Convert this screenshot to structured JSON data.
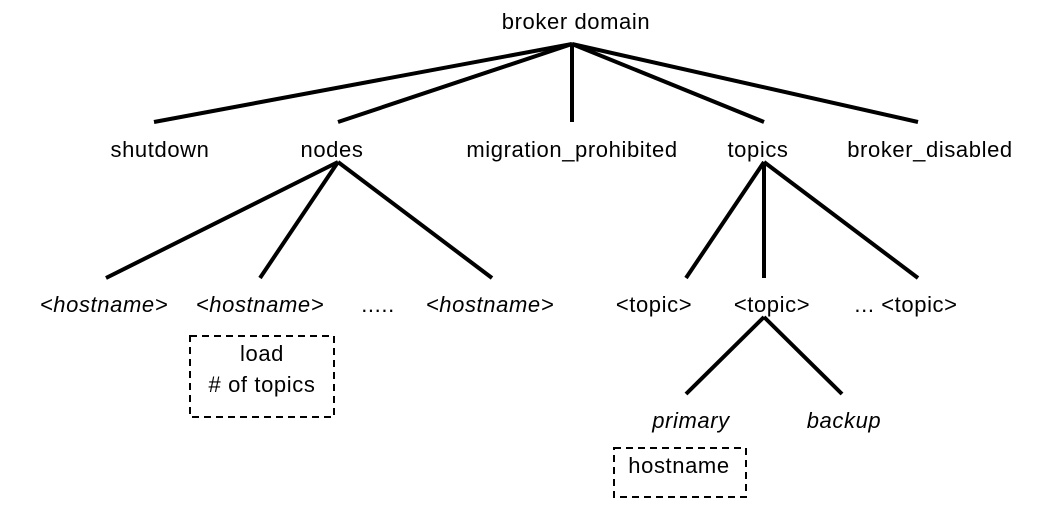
{
  "tree": {
    "root": {
      "label": "broker domain"
    },
    "level1": {
      "shutdown": "shutdown",
      "nodes": "nodes",
      "migration_prohibited": "migration_prohibited",
      "topics": "topics",
      "broker_disabled": "broker_disabled"
    },
    "nodes_children": {
      "host1": "<hostname>",
      "host2": "<hostname>",
      "ellipsis": ".....",
      "host3": "<hostname>"
    },
    "node_box": {
      "line1": "load",
      "line2": "# of topics"
    },
    "topics_children": {
      "topic1": "<topic>",
      "topic2": "<topic>",
      "ellipsis_topic3": "... <topic>"
    },
    "topic_children": {
      "primary": "primary",
      "backup": "backup"
    },
    "primary_box": {
      "label": "hostname"
    }
  }
}
